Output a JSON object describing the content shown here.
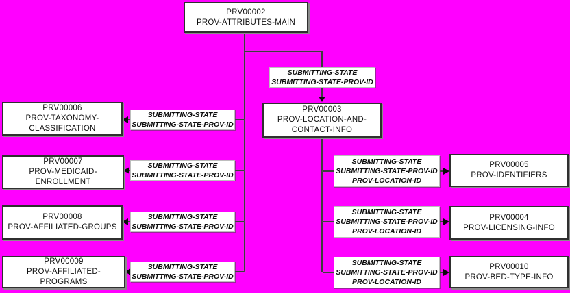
{
  "colors": {
    "background": "#ff00ff",
    "box_background": "#ffffff",
    "box_border": "#2f2f2f",
    "connector_line": "#3d3d3d",
    "text": "#111111"
  },
  "entities": {
    "prv00002": {
      "lines": [
        "PRV00002",
        "PROV-ATTRIBUTES-MAIN"
      ]
    },
    "prv00003": {
      "lines": [
        "PRV00003",
        "PROV-LOCATION-AND-",
        "CONTACT-INFO"
      ]
    },
    "prv00006": {
      "lines": [
        "PRV00006",
        "PROV-TAXONOMY-",
        "CLASSIFICATION"
      ]
    },
    "prv00007": {
      "lines": [
        "PRV00007",
        "PROV-MEDICAID-ENROLLMENT"
      ]
    },
    "prv00008": {
      "lines": [
        "PRV00008",
        "PROV-AFFILIATED-GROUPS"
      ]
    },
    "prv00009": {
      "lines": [
        "PRV00009",
        "PROV-AFFILIATED-PROGRAMS"
      ]
    },
    "prv00005": {
      "lines": [
        "PRV00005",
        "PROV-IDENTIFIERS"
      ]
    },
    "prv00004": {
      "lines": [
        "PRV00004",
        "PROV-LICENSING-INFO"
      ]
    },
    "prv00010": {
      "lines": [
        "PRV00010",
        "PROV-BED-TYPE-INFO"
      ]
    }
  },
  "edge_labels": {
    "main_to_location": {
      "lines": [
        "SUBMITTING-STATE",
        "SUBMITTING-STATE-PROV-ID"
      ]
    },
    "main_to_taxonomy": {
      "lines": [
        "SUBMITTING-STATE",
        "SUBMITTING-STATE-PROV-ID"
      ]
    },
    "main_to_medicaid": {
      "lines": [
        "SUBMITTING-STATE",
        "SUBMITTING-STATE-PROV-ID"
      ]
    },
    "main_to_groups": {
      "lines": [
        "SUBMITTING-STATE",
        "SUBMITTING-STATE-PROV-ID"
      ]
    },
    "main_to_programs": {
      "lines": [
        "SUBMITTING-STATE",
        "SUBMITTING-STATE-PROV-ID"
      ]
    },
    "location_to_identifiers": {
      "lines": [
        "SUBMITTING-STATE",
        "SUBMITTING-STATE-PROV-ID",
        "PROV-LOCATION-ID"
      ]
    },
    "location_to_licensing": {
      "lines": [
        "SUBMITTING-STATE",
        "SUBMITTING-STATE-PROV-ID",
        "PROV-LOCATION-ID"
      ]
    },
    "location_to_bedtype": {
      "lines": [
        "SUBMITTING-STATE",
        "SUBMITTING-STATE-PROV-ID",
        "PROV-LOCATION-ID"
      ]
    }
  }
}
